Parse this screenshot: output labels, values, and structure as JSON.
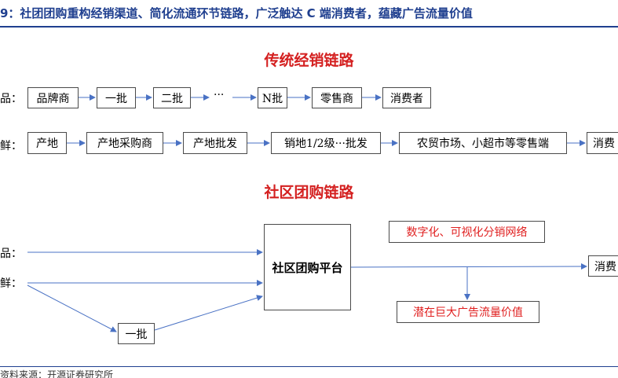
{
  "figure_title": "9：社团团购重构经销渠道、简化流通环节链路，广泛触达 C 端消费者，蕴藏广告流量价值",
  "sections": {
    "traditional": {
      "title": "传统经销链路",
      "row1": {
        "label": "品：",
        "nodes": [
          "品牌商",
          "一批",
          "二批",
          "N批",
          "零售商",
          "消费者"
        ],
        "ellipsis": "···"
      },
      "row2": {
        "label": "鲜：",
        "nodes": [
          "产地",
          "产地采购商",
          "产地批发",
          "销地1/2级···批发",
          "农贸市场、小超市等零售端",
          "消费"
        ]
      }
    },
    "community": {
      "title": "社区团购链路",
      "inputs": [
        "品：",
        "鲜："
      ],
      "platform": "社区团购平台",
      "wholesaler": "一批",
      "consumer": "消费",
      "note_digital": "数字化、可视化分销网络",
      "note_ad": "潜在巨大广告流量价值"
    }
  },
  "source": "资料来源：开源证券研究所",
  "colors": {
    "figure_title": "#1f3f8f",
    "section_title": "#d42020",
    "arrow": "#4a72c4",
    "note_text": "#e02020"
  }
}
